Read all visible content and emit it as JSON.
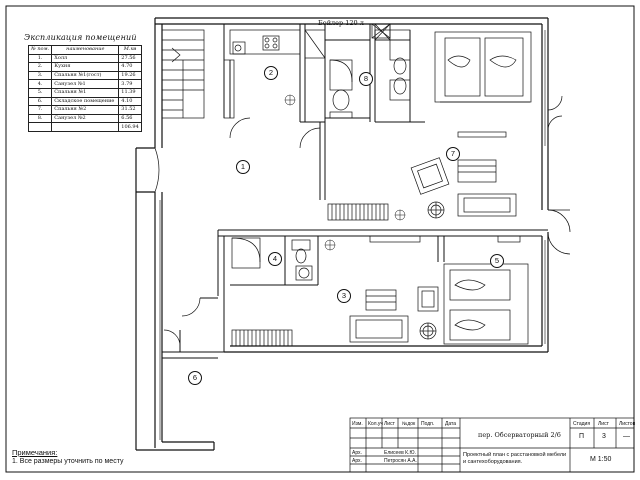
{
  "explication": {
    "title": "Экспликация помещений",
    "headers": [
      "№ пом.",
      "наименование",
      "М.кв"
    ],
    "rows": [
      {
        "num": "1.",
        "name": "Холл",
        "area": "27.56"
      },
      {
        "num": "2.",
        "name": "Кухня",
        "area": "4.70"
      },
      {
        "num": "3.",
        "name": "Спальня №1(гост)",
        "area": "19.26"
      },
      {
        "num": "4.",
        "name": "Санузел №1",
        "area": "3.79"
      },
      {
        "num": "5.",
        "name": "Спальня №1",
        "area": "11.39"
      },
      {
        "num": "6.",
        "name": "Складское помещение",
        "area": "4.10"
      },
      {
        "num": "7.",
        "name": "Спальня №2",
        "area": "31.52"
      },
      {
        "num": "8.",
        "name": "Санузел №2",
        "area": "6.56"
      }
    ],
    "total": "106.94"
  },
  "boiler_label": "Бойлер 120 л",
  "room_numbers": [
    "1",
    "2",
    "3",
    "4",
    "5",
    "6",
    "7",
    "8"
  ],
  "notes": {
    "title": "Примечания:",
    "line1": "1. Все размеры уточнить по месту"
  },
  "title_block": {
    "headers": [
      "Изм.",
      "Кол.уч",
      "Лист",
      "№док",
      "Подп.",
      "Дата"
    ],
    "row1_role": "Арх.",
    "row1_name": "Елисеев К.Ю.",
    "row2_role": "Арх.",
    "row2_name": "Петросян А.А.",
    "address": "пер. Обсерваторный 2/6",
    "sheet_desc": "Проектный план с расстановкой мебели и сантехоборудования.",
    "stage_label": "Стадия",
    "stage": "П",
    "sheet_label": "Лист",
    "sheet": "3",
    "sheets_label": "Листов",
    "sheets": "—",
    "scale": "М 1:50"
  }
}
